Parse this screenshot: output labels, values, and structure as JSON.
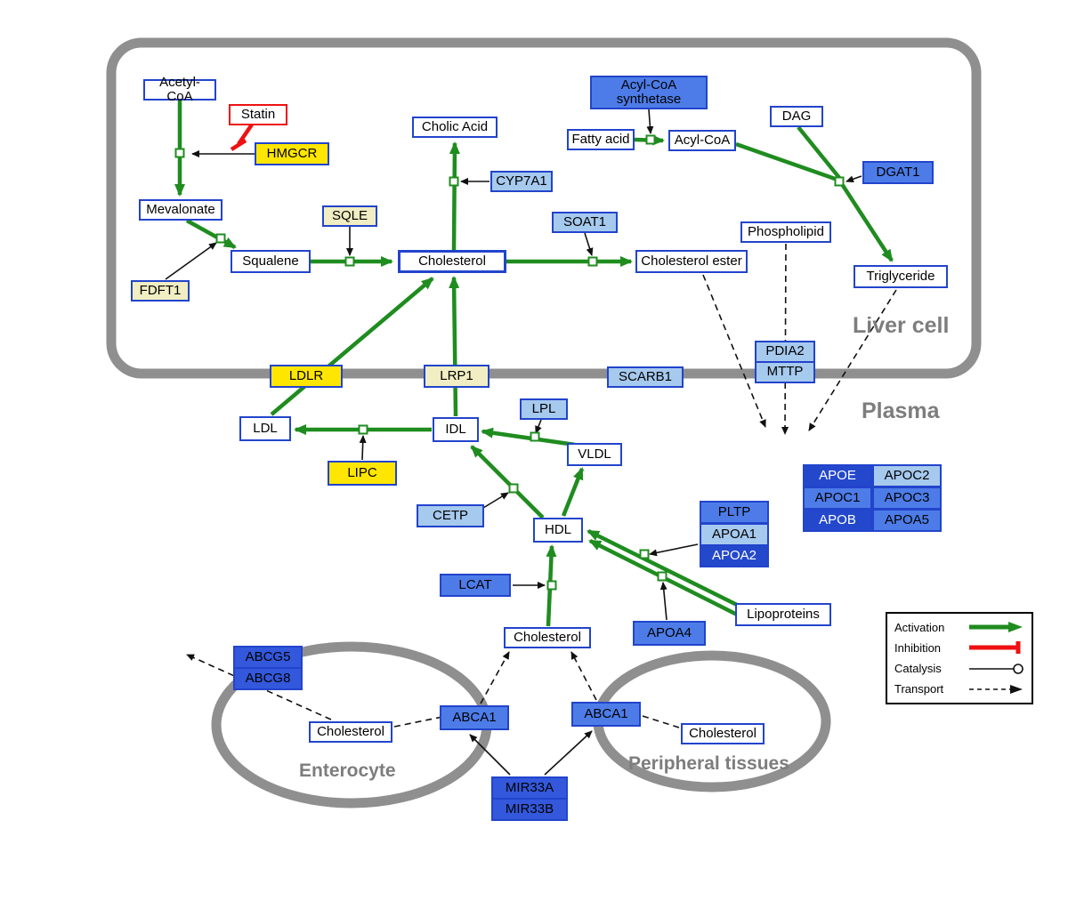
{
  "compartments": {
    "liver": "Liver cell",
    "plasma": "Plasma",
    "enterocyte": "Enterocyte",
    "peripheral": "Peripheral tissues"
  },
  "nodes": {
    "acetyl_coa": "Acetyl-CoA",
    "statin": "Statin",
    "hmgcr": "HMGCR",
    "mevalonate": "Mevalonate",
    "fdft1": "FDFT1",
    "squalene": "Squalene",
    "sqle": "SQLE",
    "cholesterol_liver": "Cholesterol",
    "cholic_acid": "Cholic Acid",
    "cyp7a1": "CYP7A1",
    "soat1": "SOAT1",
    "cholesterol_ester": "Cholesterol ester",
    "acyl_coa_synthetase": "Acyl-CoA synthetase",
    "fatty_acid": "Fatty acid",
    "acyl_coa": "Acyl-CoA",
    "dag": "DAG",
    "dgat1": "DGAT1",
    "phospholipid": "Phospholipid",
    "triglyceride": "Triglyceride",
    "pdia2": "PDIA2",
    "mttp": "MTTP",
    "ldlr": "LDLR",
    "lrp1": "LRP1",
    "scarb1": "SCARB1",
    "ldl": "LDL",
    "idl": "IDL",
    "lpl": "LPL",
    "vldl": "VLDL",
    "lipc": "LIPC",
    "cetp": "CETP",
    "hdl": "HDL",
    "pltp": "PLTP",
    "apoa1": "APOA1",
    "apoa2": "APOA2",
    "apoe": "APOE",
    "apoc2": "APOC2",
    "apoc1": "APOC1",
    "apoc3": "APOC3",
    "apob": "APOB",
    "apoa5": "APOA5",
    "lcat": "LCAT",
    "apoa4": "APOA4",
    "lipoproteins": "Lipoproteins",
    "cholesterol_plasma": "Cholesterol",
    "abcg5": "ABCG5",
    "abcg8": "ABCG8",
    "cholesterol_enterocyte": "Cholesterol",
    "abca1_enterocyte": "ABCA1",
    "abca1_peripheral": "ABCA1",
    "cholesterol_peripheral": "Cholesterol",
    "mir33a": "MIR33A",
    "mir33b": "MIR33B"
  },
  "legend": {
    "activation": "Activation",
    "inhibition": "Inhibition",
    "catalysis": "Catalysis",
    "transport": "Transport"
  },
  "colors": {
    "activation_green": "#1f8c1f",
    "inhibition_red": "#ee1111",
    "membrane_gray": "#8f8f8f",
    "node_border_blue": "#2244cc",
    "gene_yellow": "#ffe600",
    "gene_cream": "#f0eec2",
    "gene_light_blue": "#a6c9ee",
    "gene_blue": "#4d7ce8",
    "gene_dark_blue": "#2448cc"
  }
}
